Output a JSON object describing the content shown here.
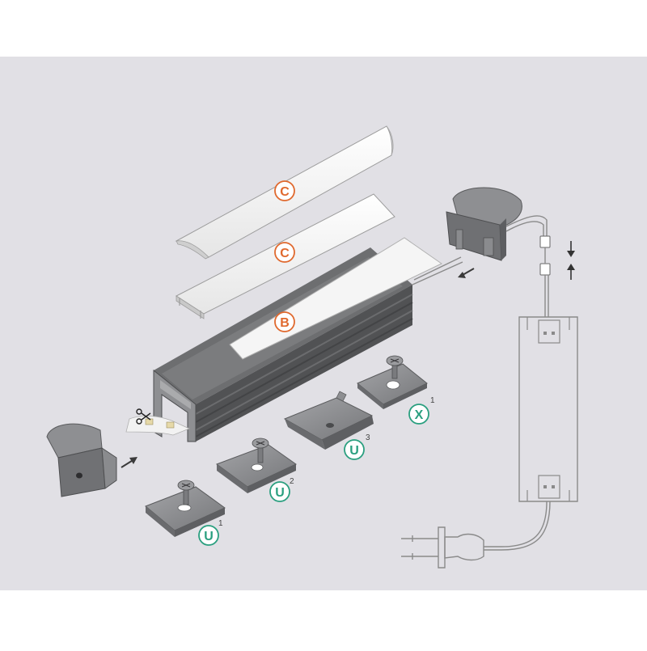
{
  "labels": {
    "diffuser_round": "C",
    "diffuser_flat": "C",
    "led_strip": "B",
    "clip_u1_letter": "U",
    "clip_u1_index": "1",
    "clip_u2_letter": "U",
    "clip_u2_index": "2",
    "clip_u3_letter": "U",
    "clip_u3_index": "3",
    "clip_x1_letter": "X",
    "clip_x1_index": "1"
  },
  "colors": {
    "background_band": "#e1e0e5",
    "label_orange": "#e0692e",
    "label_teal": "#2a9f7f",
    "profile_dark": "#58595b",
    "metal_grey": "#8e8f92",
    "diffuser_white": "#f7f7f7",
    "wire": "#8a8a8a"
  },
  "icons": [
    "scissors-icon",
    "push-arrow-icon",
    "compress-arrows-icon",
    "screw-icon",
    "power-plug-icon",
    "led-driver-icon"
  ]
}
